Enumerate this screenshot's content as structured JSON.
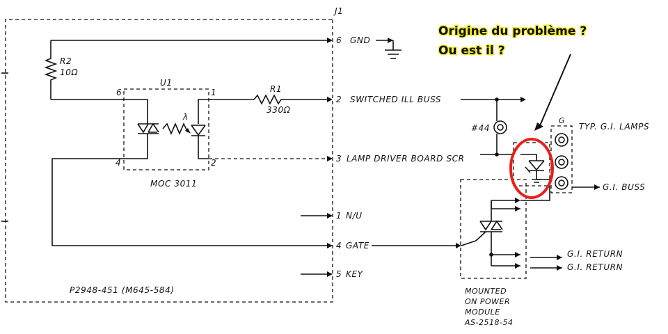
{
  "connector": {
    "name": "J1"
  },
  "pins": [
    {
      "num": "6",
      "label": "GND"
    },
    {
      "num": "2",
      "label": "SWITCHED ILL BUSS"
    },
    {
      "num": "3",
      "label": "LAMP DRIVER BOARD SCR"
    },
    {
      "num": "1",
      "label": "N/U"
    },
    {
      "num": "4",
      "label": "GATE"
    },
    {
      "num": "5",
      "label": "KEY"
    }
  ],
  "components": {
    "r2_name": "R2",
    "r2_value": "10Ω",
    "r1_name": "R1",
    "r1_value": "330Ω",
    "u1_name": "U1",
    "u1_part": "MOC 3011",
    "u1_pin6": "6",
    "u1_pin1": "1",
    "u1_pin4": "4",
    "u1_pin2": "2",
    "lambda": "λ",
    "lamp44": "#44",
    "lamp_pin_mark": "G",
    "gi_lamps": "TYP. G.I. LAMPS",
    "gi_buss": "G.I. BUSS",
    "gi_return_1": "G.I. RETURN",
    "gi_return_2": "G.I. RETURN"
  },
  "board_part": "P2948-451 (M645-584)",
  "power_module": [
    "MOUNTED",
    "ON POWER",
    "MODULE",
    "AS-2518-54"
  ],
  "annotation": {
    "line1": "Origine du problème ?",
    "line2": "Ou est il ?",
    "highlight_color": "#f3ec2a",
    "circle_color": "#e8201c"
  }
}
